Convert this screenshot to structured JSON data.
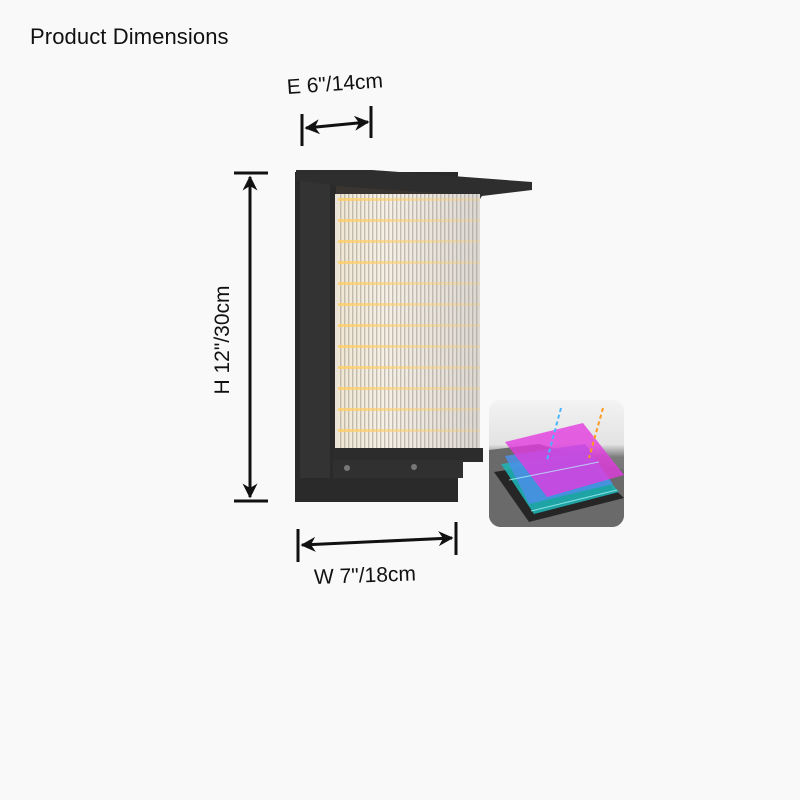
{
  "title": "Product Dimensions",
  "dimensions": {
    "extension": {
      "label": "E 6\"/14cm",
      "inches": 6,
      "cm": 14
    },
    "height": {
      "label": "H 12\"/30cm",
      "inches": 12,
      "cm": 30
    },
    "width": {
      "label": "W 7\"/18cm",
      "inches": 7,
      "cm": 18
    }
  },
  "illustration": {
    "product": "wall-lamp",
    "frame_color": "#2b2b2b",
    "glass_color": "#e8e2d6",
    "glow_color": "#ffd27a"
  },
  "inset": {
    "icon": "layered-filter-icon",
    "layer_colors": [
      "#e23be0",
      "#4a8fe8",
      "#1fb5b5",
      "#222222"
    ],
    "ray_colors": [
      "#47b6ff",
      "#ff9a1f"
    ]
  }
}
